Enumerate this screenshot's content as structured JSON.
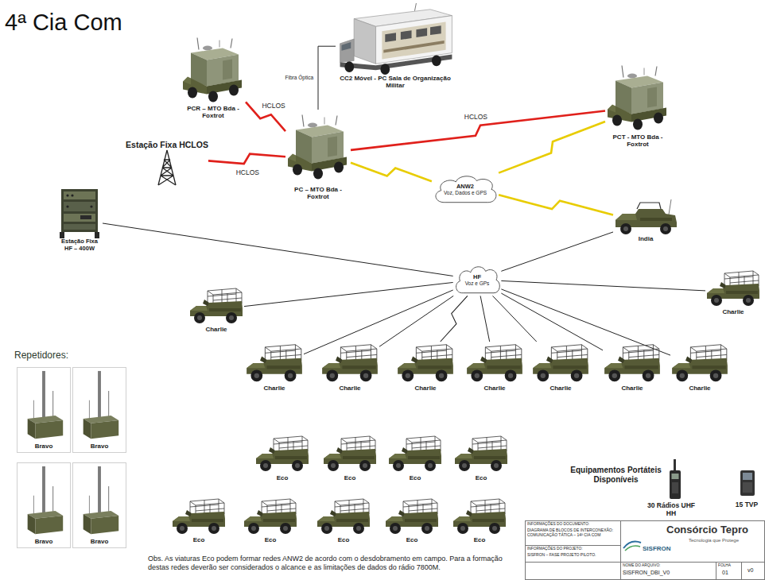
{
  "diagram": {
    "title": "4ª Cia Com",
    "nodes": [
      {
        "text": [
          "PCR – MTO Bda - Foxtrot"
        ]
      },
      {
        "text": [
          "CC2 Móvel - PC Sala de Organização Militar"
        ]
      },
      {
        "text": [
          "Estação Fixa HCLOS"
        ]
      },
      {
        "text": [
          "PC – MTO Bda - Foxtrot"
        ]
      },
      {
        "text": [
          "PCT - MTO Bda - Foxtrot"
        ]
      },
      {
        "text": [
          "ANW2",
          "Voz, Dados e GPS"
        ]
      },
      {
        "text": [
          "India"
        ]
      },
      {
        "text": [
          "Estação Fixa HF – 400W"
        ]
      },
      {
        "text": [
          "HF",
          "Voz e GPs"
        ]
      },
      {
        "text": [
          "Charlie"
        ]
      },
      {
        "text": [
          "Charlie"
        ]
      },
      {
        "text": [
          "Charlie"
        ]
      },
      {
        "text": [
          "Charlie"
        ]
      },
      {
        "text": [
          "Charlie"
        ]
      },
      {
        "text": [
          "Charlie"
        ]
      },
      {
        "text": [
          "Charlie"
        ]
      },
      {
        "text": [
          "Charlie"
        ]
      },
      {
        "text": [
          "Charlie"
        ]
      },
      {
        "text": [
          "Bravo"
        ]
      },
      {
        "text": [
          "Bravo"
        ]
      },
      {
        "text": [
          "Bravo"
        ]
      },
      {
        "text": [
          "Bravo"
        ]
      },
      {
        "text": [
          "Eco"
        ]
      },
      {
        "text": [
          "Eco"
        ]
      },
      {
        "text": [
          "Eco"
        ]
      },
      {
        "text": [
          "Eco"
        ]
      },
      {
        "text": [
          "Eco"
        ]
      },
      {
        "text": [
          "Eco"
        ]
      },
      {
        "text": [
          "Eco"
        ]
      },
      {
        "text": [
          "Eco"
        ]
      },
      {
        "text": [
          "Eco"
        ]
      }
    ],
    "edges": [
      {
        "from": 0,
        "to": 3,
        "arrow": "none",
        "label": "HCLOS"
      },
      {
        "from": 2,
        "to": 3,
        "arrow": "none",
        "label": "HCLOS"
      },
      {
        "from": 3,
        "to": 1,
        "arrow": "none",
        "label": "Fibra Óptica"
      },
      {
        "from": 3,
        "to": 4,
        "arrow": "none",
        "label": "HCLOS"
      },
      {
        "from": 3,
        "to": 5,
        "arrow": "none"
      },
      {
        "from": 5,
        "to": 4,
        "arrow": "none"
      },
      {
        "from": 5,
        "to": 6,
        "arrow": "none"
      },
      {
        "from": 7,
        "to": 8,
        "arrow": "none"
      },
      {
        "from": 6,
        "to": 8,
        "arrow": "none"
      },
      {
        "from": 8,
        "to": 9,
        "arrow": "none"
      },
      {
        "from": 8,
        "to": 10,
        "arrow": "none"
      },
      {
        "from": 8,
        "to": 11,
        "arrow": "none"
      },
      {
        "from": 8,
        "to": 12,
        "arrow": "none"
      },
      {
        "from": 8,
        "to": 13,
        "arrow": "none"
      },
      {
        "from": 8,
        "to": 14,
        "arrow": "none"
      },
      {
        "from": 8,
        "to": 15,
        "arrow": "none"
      },
      {
        "from": 8,
        "to": 16,
        "arrow": "none"
      },
      {
        "from": 8,
        "to": 17,
        "arrow": "none"
      }
    ],
    "labels": [
      "Repetidores:",
      "Equipamentos Portáteis Disponíveis",
      "30 Rádios UHF HH",
      "15 TVP",
      "Obs. As viaturas Eco podem formar redes ANW2 de acordo com o desdobramento em campo. Para a formação destas redes deverão ser considerados o alcance e as limitações de dados do rádio 7800M.",
      "INFORMAÇÕES DO DOCUMENTO:",
      "DIAGRAMA DE BLOCOS DE INTERCONEXÃO: COMUNICAÇÃO TÁTICA – 14ª CIA COM",
      "INFORMAÇÕES DO PROJETO:",
      "SISFRON – FASE PROJETO PILOTO.",
      "SISFRON",
      "Consórcio Tepro",
      "Tecnologia que Protege",
      "NOME DO ARQUIVO:",
      "SISFRON_DBI_V0",
      "FOLHA",
      "01",
      "v0"
    ]
  }
}
